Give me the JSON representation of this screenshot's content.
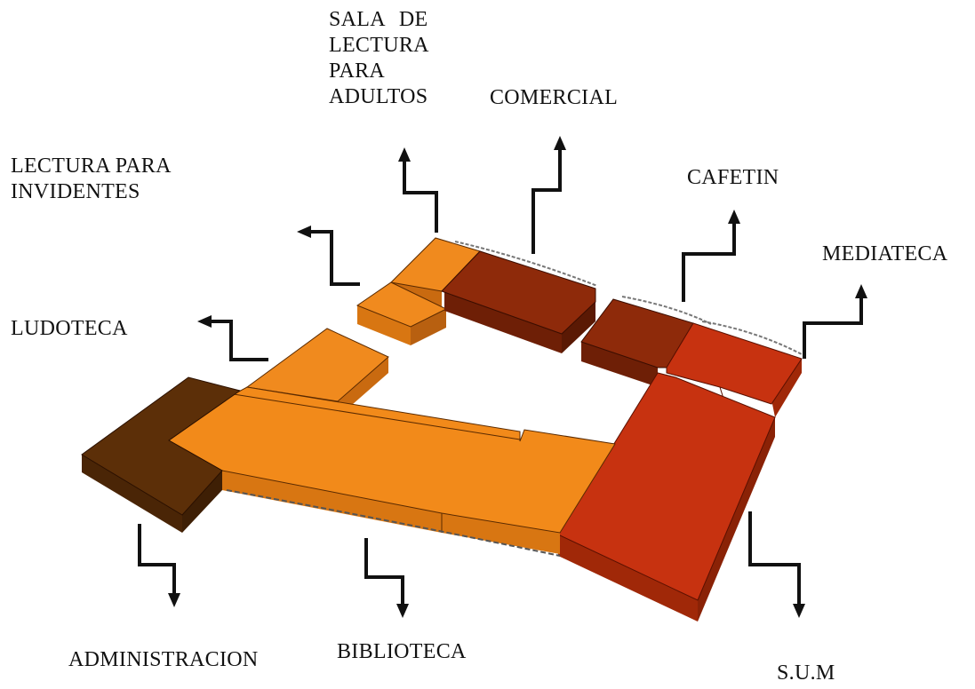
{
  "labels": {
    "sala_de_lectura_para_adultos": [
      "SALA DE",
      "LECTURA",
      "PARA",
      "ADULTOS"
    ],
    "comercial": "COMERCIAL",
    "lectura_para_invidentes": [
      "LECTURA PARA",
      "INVIDENTES"
    ],
    "cafetin": "CAFETIN",
    "mediateca": "MEDIATECA",
    "ludoteca": "LUDOTECA",
    "administracion": "ADMINISTRACION",
    "biblioteca": "BIBLIOTECA",
    "sum": "S.U.M"
  },
  "colors": {
    "light_orange": "#F08A1E",
    "light_orange_side": "#C96A10",
    "dark_red": "#8E2A0A",
    "dark_red_side": "#6E1F06",
    "red": "#C73210",
    "red_side": "#A02808",
    "dark_brown": "#5C2F08",
    "dark_brown_side": "#4A2506",
    "arrow": "#111111"
  }
}
